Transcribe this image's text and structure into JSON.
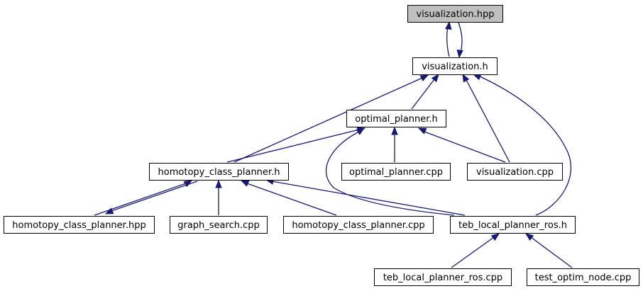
{
  "graph": {
    "colors": {
      "edge": "#191970",
      "node_fill": "#ffffff",
      "highlight_fill": "#bfbfbf",
      "node_border": "#000000"
    },
    "nodes": [
      {
        "id": "viz_hpp",
        "label": "visualization.hpp",
        "highlight": true
      },
      {
        "id": "viz_h",
        "label": "visualization.h"
      },
      {
        "id": "opt_h",
        "label": "optimal_planner.h"
      },
      {
        "id": "hcp_h",
        "label": "homotopy_class_planner.h"
      },
      {
        "id": "opt_cpp",
        "label": "optimal_planner.cpp"
      },
      {
        "id": "viz_cpp",
        "label": "visualization.cpp"
      },
      {
        "id": "hcp_hpp",
        "label": "homotopy_class_planner.hpp"
      },
      {
        "id": "gs_cpp",
        "label": "graph_search.cpp"
      },
      {
        "id": "hcp_cpp",
        "label": "homotopy_class_planner.cpp"
      },
      {
        "id": "teb_h",
        "label": "teb_local_planner_ros.h"
      },
      {
        "id": "teb_cpp",
        "label": "teb_local_planner_ros.cpp"
      },
      {
        "id": "test_cpp",
        "label": "test_optim_node.cpp"
      }
    ],
    "edges": [
      {
        "from": "viz_h",
        "to": "viz_hpp"
      },
      {
        "from": "viz_hpp",
        "to": "viz_h"
      },
      {
        "from": "opt_h",
        "to": "viz_h"
      },
      {
        "from": "hcp_h",
        "to": "viz_h"
      },
      {
        "from": "viz_cpp",
        "to": "viz_h"
      },
      {
        "from": "teb_h",
        "to": "viz_h"
      },
      {
        "from": "hcp_h",
        "to": "opt_h"
      },
      {
        "from": "opt_cpp",
        "to": "opt_h"
      },
      {
        "from": "viz_cpp",
        "to": "opt_h"
      },
      {
        "from": "teb_h",
        "to": "opt_h"
      },
      {
        "from": "hcp_hpp",
        "to": "hcp_h"
      },
      {
        "from": "hcp_h",
        "to": "hcp_hpp"
      },
      {
        "from": "gs_cpp",
        "to": "hcp_h"
      },
      {
        "from": "hcp_cpp",
        "to": "hcp_h"
      },
      {
        "from": "teb_h",
        "to": "hcp_h"
      },
      {
        "from": "teb_cpp",
        "to": "teb_h"
      },
      {
        "from": "test_cpp",
        "to": "teb_h"
      }
    ]
  }
}
